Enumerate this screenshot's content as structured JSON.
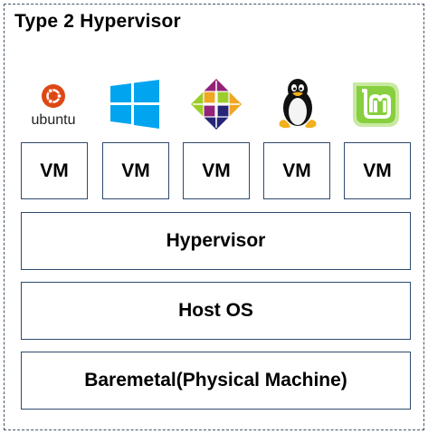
{
  "title": "Type 2 Hypervisor",
  "os_logos": [
    {
      "name": "ubuntu",
      "label": "ubuntu",
      "color": "#dd4814"
    },
    {
      "name": "windows",
      "color": "#00a4ef"
    },
    {
      "name": "centos",
      "colors": [
        "#9ccd2a",
        "#efa724",
        "#932279",
        "#262577"
      ]
    },
    {
      "name": "linux-tux"
    },
    {
      "name": "linux-mint",
      "color": "#87cf3e"
    }
  ],
  "vms": [
    "VM",
    "VM",
    "VM",
    "VM",
    "VM"
  ],
  "layers": {
    "hypervisor": "Hypervisor",
    "host_os": "Host OS",
    "baremetal": "Baremetal(Physical Machine)"
  },
  "colors": {
    "border": "#2f4b6e",
    "frame": "#44546a"
  }
}
